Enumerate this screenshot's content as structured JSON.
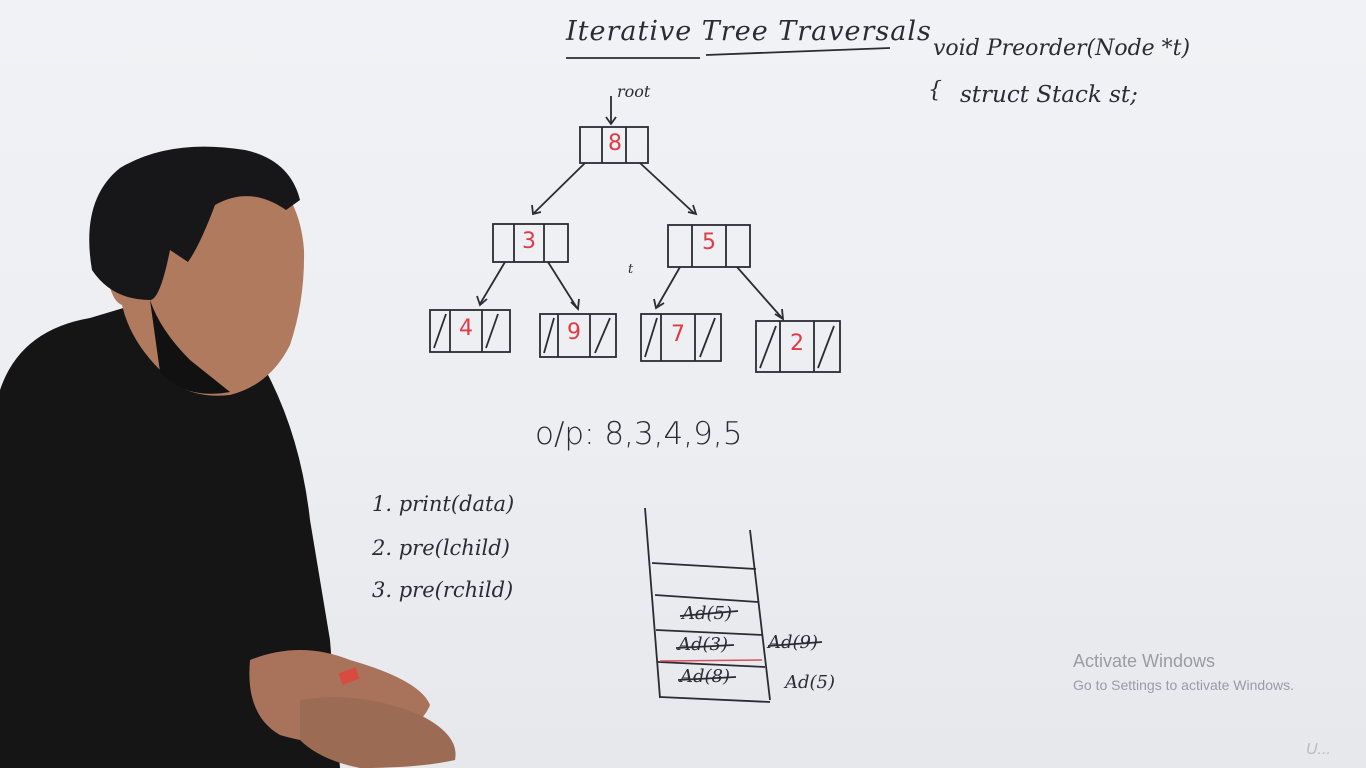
{
  "board": {
    "title": "Iterative  Tree  Traversals",
    "code_line1": "void Preorder(Node *t)",
    "code_brace": "{",
    "code_line2": "struct Stack st;",
    "root_label": "root",
    "t_label": "t",
    "output": "o/p: 8,3,4,9,5",
    "steps": [
      "1. print(data)",
      "2. pre(lchild)",
      "3. pre(rchild)"
    ],
    "stack_items": [
      "Ad(5)",
      "Ad(3)",
      "Ad(8)"
    ],
    "stack_side": [
      "Ad(9)",
      "Ad(5)"
    ]
  },
  "tree": {
    "root": "8",
    "left": "3",
    "right": "5",
    "left_left": "4",
    "left_right": "9",
    "right_left": "7",
    "right_right": "2"
  },
  "watermark": {
    "line1": "Activate Windows",
    "line2": "Go to Settings to activate Windows."
  },
  "logo_text": "U...",
  "colors": {
    "board": "#eef0f3",
    "marker": "#2b2b31",
    "red_marker": "#e03a45",
    "shirt": "#151516",
    "skin": "#b07a5e"
  }
}
